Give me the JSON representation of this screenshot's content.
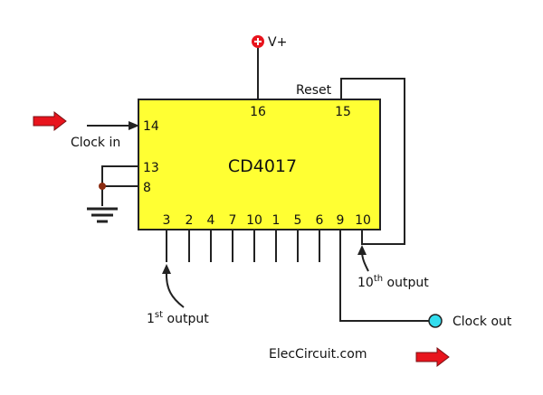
{
  "chip": {
    "name": "CD4017",
    "fill": "#ffff33",
    "stroke": "#222222",
    "pin_vcc": "16",
    "pin_reset": "15",
    "pin_clock": "14",
    "pin_13": "13",
    "pin_8": "8",
    "bottom_pins": [
      "3",
      "2",
      "4",
      "7",
      "10",
      "1",
      "5",
      "6",
      "9",
      "10"
    ]
  },
  "labels": {
    "vplus": "V+",
    "reset": "Reset",
    "clock_in": "Clock in",
    "first_output_num": "1",
    "first_output_sup": "st",
    "first_output_text": " output",
    "tenth_output_num": "10",
    "tenth_output_sup": "th",
    "tenth_output_text": " output",
    "clock_out": "Clock out",
    "site": "ElecCircuit.com"
  },
  "colors": {
    "vplus_icon": "#e8141d",
    "arrow_red": "#e8141d",
    "clock_out_dot": "#33ddee",
    "ground_dot": "#8b2b10",
    "wire": "#222222"
  },
  "icons": {
    "vplus": "plus-circle-icon",
    "clock_in_marker": "red-arrow-icon",
    "site_marker": "red-arrow-icon",
    "clock_out": "terminal-dot-icon",
    "ground": "ground-icon"
  }
}
